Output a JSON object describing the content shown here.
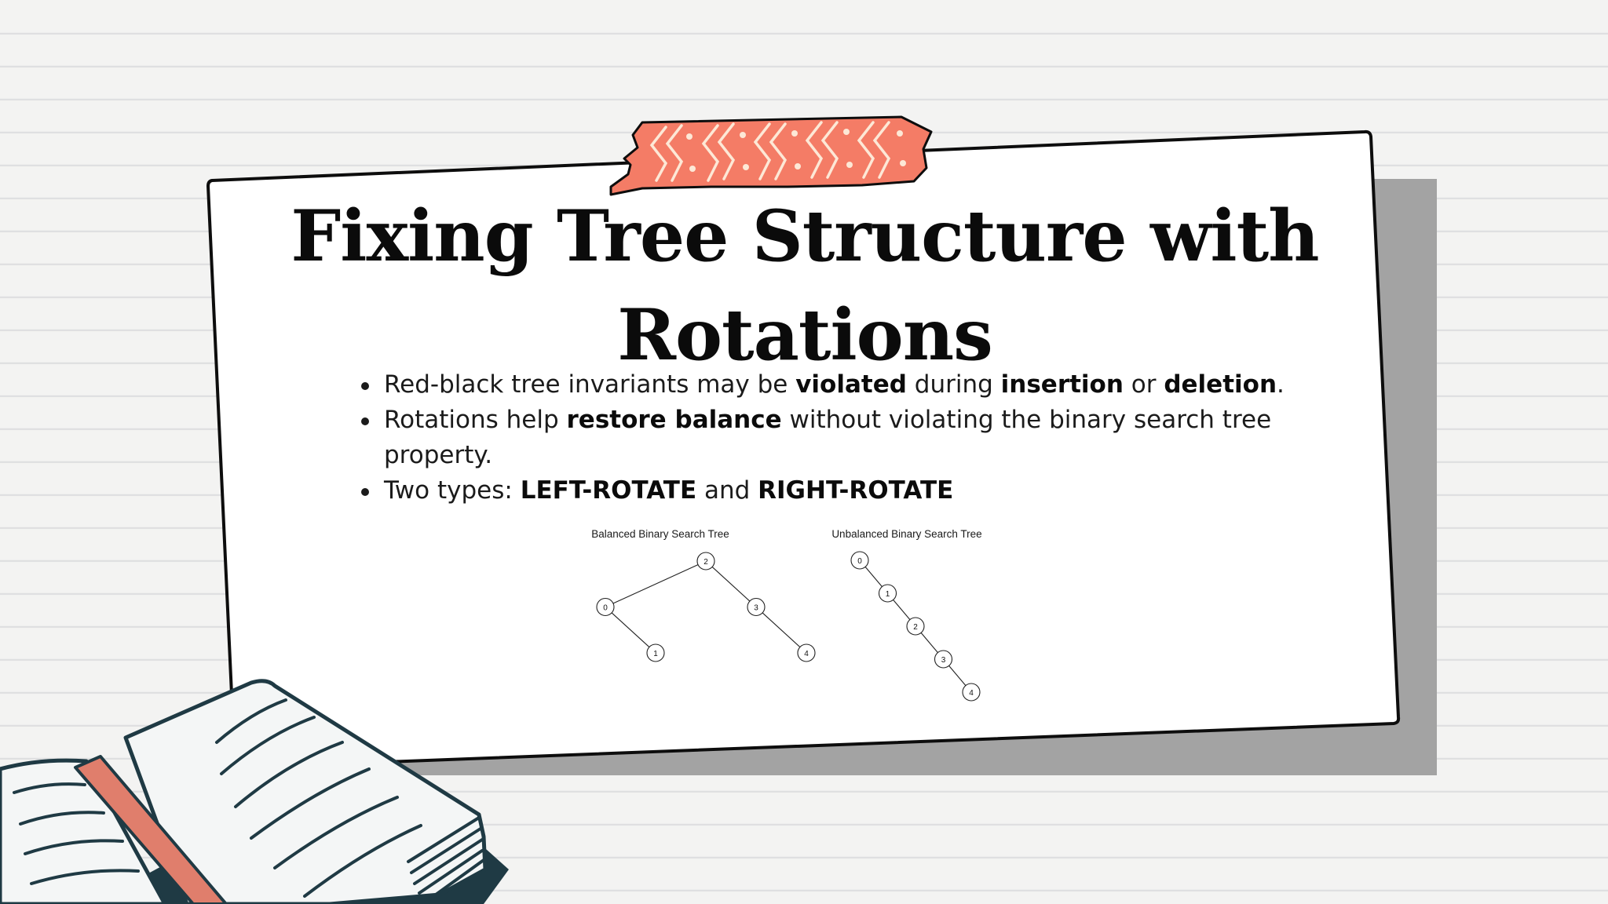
{
  "slide": {
    "title": "Fixing Tree Structure with Rotations",
    "bullets": [
      [
        {
          "t": "Red-black tree invariants may be "
        },
        {
          "t": "violated",
          "b": true
        },
        {
          "t": " during "
        },
        {
          "t": "insertion",
          "b": true
        },
        {
          "t": " or "
        },
        {
          "t": "deletion",
          "b": true
        },
        {
          "t": "."
        }
      ],
      [
        {
          "t": "Rotations help "
        },
        {
          "t": "restore balance",
          "b": true
        },
        {
          "t": " without violating the binary search tree property."
        }
      ],
      [
        {
          "t": "Two types: "
        },
        {
          "t": "LEFT-ROTATE",
          "b": true
        },
        {
          "t": " and "
        },
        {
          "t": "RIGHT-ROTATE",
          "b": true
        }
      ]
    ]
  },
  "diagrams": {
    "balanced": {
      "title": "Balanced Binary Search Tree",
      "nodes": [
        {
          "label": "2",
          "depth": 0,
          "order": 2
        },
        {
          "label": "0",
          "depth": 1,
          "order": 0
        },
        {
          "label": "3",
          "depth": 1,
          "order": 3
        },
        {
          "label": "1",
          "depth": 2,
          "order": 1
        },
        {
          "label": "4",
          "depth": 2,
          "order": 4
        }
      ],
      "edges": [
        [
          "2",
          "0"
        ],
        [
          "2",
          "3"
        ],
        [
          "0",
          "1"
        ],
        [
          "3",
          "4"
        ]
      ]
    },
    "unbalanced": {
      "title": "Unbalanced Binary Search Tree",
      "nodes": [
        {
          "label": "0",
          "depth": 0,
          "order": 0
        },
        {
          "label": "1",
          "depth": 1,
          "order": 1
        },
        {
          "label": "2",
          "depth": 2,
          "order": 2
        },
        {
          "label": "3",
          "depth": 3,
          "order": 3
        },
        {
          "label": "4",
          "depth": 4,
          "order": 4
        }
      ],
      "edges": [
        [
          "0",
          "1"
        ],
        [
          "1",
          "2"
        ],
        [
          "2",
          "3"
        ],
        [
          "3",
          "4"
        ]
      ]
    }
  },
  "colors": {
    "card": "#ffffff",
    "outline": "#0d0d0d",
    "shadow": "#a3a3a3",
    "tape": "#f47c66",
    "tape_pattern": "#fde8d6",
    "book_page": "#f4f6f6",
    "book_ink": "#1f3a44",
    "bookmark": "#e07e6c"
  },
  "icons": [
    "washi-tape-decoration",
    "open-book-illustration"
  ]
}
